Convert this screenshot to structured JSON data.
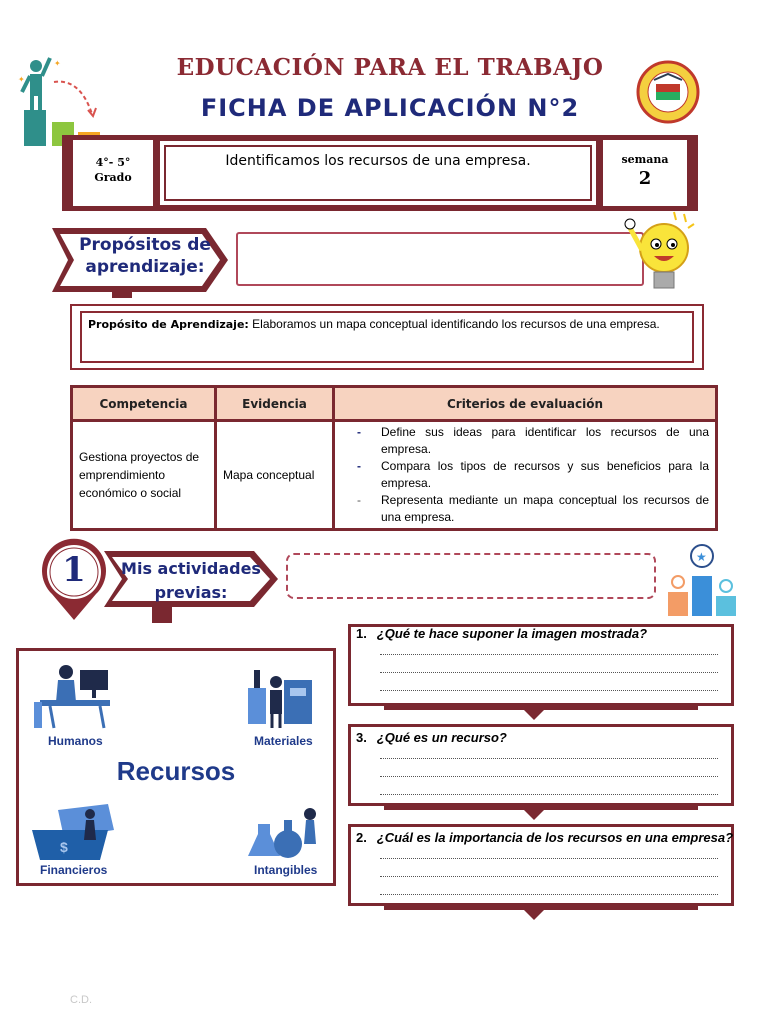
{
  "header": {
    "title": "EDUCACIÓN PARA EL TRABAJO",
    "subtitle": "FICHA DE APLICACIÓN N°2"
  },
  "info_bar": {
    "grade_line1": "4°- 5°",
    "grade_line2": "Grado",
    "topic": "Identificamos los recursos de una empresa.",
    "week_label": "semana",
    "week_number": "2"
  },
  "purpose": {
    "banner": "Propósitos de aprendizaje:",
    "label": "Propósito de Aprendizaje:",
    "text": "Elaboramos un mapa conceptual identificando los recursos de una empresa."
  },
  "table": {
    "headers": [
      "Competencia",
      "Evidencia",
      "Criterios de evaluación"
    ],
    "competencia": "Gestiona proyectos de emprendimiento económico o social",
    "evidencia": "Mapa conceptual",
    "criterios": [
      "Define sus ideas para identificar los recursos de una empresa.",
      "Compara los tipos de recursos y sus beneficios para la empresa.",
      "Representa mediante un mapa conceptual los recursos de una empresa."
    ]
  },
  "activities": {
    "number": "1",
    "label": "Mis actividades previas:"
  },
  "resources_image": {
    "title": "Recursos",
    "labels": [
      "Humanos",
      "Materiales",
      "Financieros",
      "Intangibles"
    ]
  },
  "questions": [
    {
      "num": "1.",
      "text": "¿Qué te hace suponer la imagen mostrada?"
    },
    {
      "num": "3.",
      "text": "¿Qué es un recurso?"
    },
    {
      "num": "2.",
      "text": "¿Cuál es la importancia de los recursos en una empresa?"
    }
  ],
  "footer": {
    "mark": "C.D."
  },
  "colors": {
    "maroon": "#7a2830",
    "navy": "#1f2a7a",
    "header_fill": "#f7d3c0"
  }
}
